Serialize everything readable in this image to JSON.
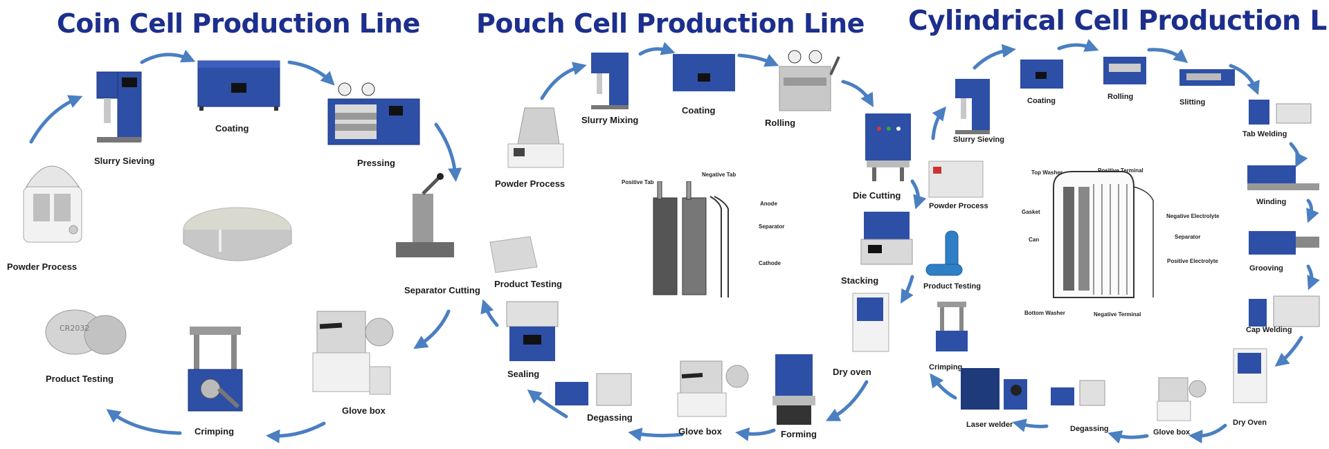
{
  "titles": {
    "coin": "Coin Cell Production Line",
    "pouch": "Pouch Cell Production Line",
    "cylindrical": "Cylindrical Cell Production Line"
  },
  "coin": {
    "powder_process": "Powder Process",
    "slurry_sieving": "Slurry Sieving",
    "coating": "Coating",
    "pressing": "Pressing",
    "separator_cutting": "Separator Cutting",
    "glove_box": "Glove box",
    "crimping": "Crimping",
    "product_testing": "Product Testing",
    "coin_print": "CR2032"
  },
  "pouch": {
    "powder_process": "Powder Process",
    "slurry_mixing": "Slurry Mixing",
    "coating": "Coating",
    "rolling": "Rolling",
    "die_cutting": "Die Cutting",
    "stacking": "Stacking",
    "dry_oven": "Dry oven",
    "forming": "Forming",
    "glove_box": "Glove box",
    "degassing": "Degassing",
    "sealing": "Sealing",
    "product_testing": "Product Testing",
    "diagram": {
      "positive_tab": "Positive Tab",
      "negative_tab": "Negative Tab",
      "anode": "Anode",
      "separator": "Separator",
      "cathode": "Cathode"
    }
  },
  "cyl": {
    "slurry_sieving": "Slurry Sieving",
    "powder_process": "Powder Process",
    "product_testing": "Product Testing",
    "crimping": "Crimping",
    "laser_welder": "Laser welder",
    "degassing": "Degassing",
    "glove_box": "Glove box",
    "dry_oven": "Dry Oven",
    "cap_welding": "Cap Welding",
    "grooving": "Grooving",
    "winding": "Winding",
    "tab_welding": "Tab Welding",
    "slitting": "Slitting",
    "rolling": "Rolling",
    "coating": "Coating",
    "diagram": {
      "top_washer": "Top Washer",
      "positive_terminal": "Positive Terminal",
      "gasket": "Gasket",
      "can": "Can",
      "negative_electrolyte": "Negative Electrolyte",
      "separator": "Separator",
      "positive_electrolyte": "Positive Electrolyte",
      "bottom_washer": "Bottom Washer",
      "negative_terminal": "Negative Terminal"
    }
  },
  "colors": {
    "title": "#1c2f8c",
    "arrow": "#4a7fc1",
    "machine": "#2d4fa6"
  }
}
